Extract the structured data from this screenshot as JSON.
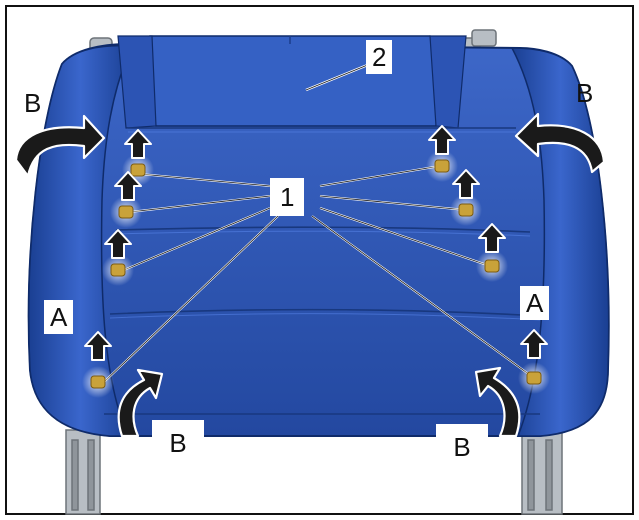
{
  "figure": {
    "labels": {
      "cushion": "2",
      "clip": "1",
      "lift": "A",
      "rotate": "B"
    },
    "colors": {
      "seat_blue": "#2a55b3",
      "seat_dark": "#173a86",
      "seat_light": "#4f7be0",
      "rail_grey": "#b8bec4",
      "arrow": "#1a1a1a",
      "clip_gold": "#c9a23a"
    },
    "icons": [
      "clip-icon",
      "up-arrow-icon",
      "curved-arrow-icon"
    ]
  }
}
